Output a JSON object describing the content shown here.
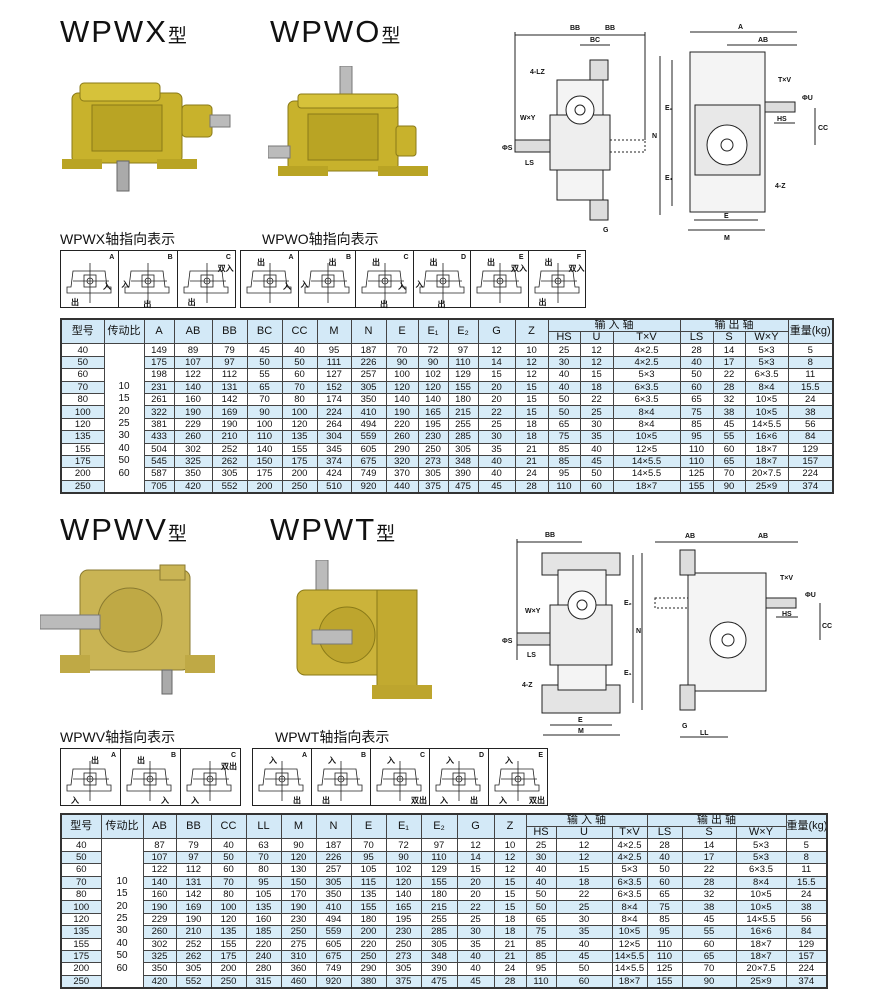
{
  "section1": {
    "titles": [
      {
        "model": "WPWX",
        "suffix": "型"
      },
      {
        "model": "WPWO",
        "suffix": "型"
      }
    ],
    "axis_groups": [
      {
        "title": "WPWX轴指向表示",
        "boxes": [
          {
            "letter": "A",
            "labels": [
              {
                "text": "入",
                "pos": "r"
              },
              {
                "text": "出",
                "pos": "bl"
              }
            ]
          },
          {
            "letter": "B",
            "labels": [
              {
                "text": "入",
                "pos": "l"
              },
              {
                "text": "出",
                "pos": "b"
              }
            ]
          },
          {
            "letter": "C",
            "labels": [
              {
                "text": "双入",
                "pos": "tr"
              },
              {
                "text": "出",
                "pos": "bl"
              }
            ]
          }
        ]
      },
      {
        "title": "WPWO轴指向表示",
        "boxes": [
          {
            "letter": "A",
            "labels": [
              {
                "text": "出",
                "pos": "tl"
              },
              {
                "text": "入",
                "pos": "r"
              }
            ]
          },
          {
            "letter": "B",
            "labels": [
              {
                "text": "出",
                "pos": "tm"
              },
              {
                "text": "入",
                "pos": "l"
              }
            ]
          },
          {
            "letter": "C",
            "labels": [
              {
                "text": "出",
                "pos": "tl"
              },
              {
                "text": "入",
                "pos": "r"
              },
              {
                "text": "出",
                "pos": "b"
              }
            ]
          },
          {
            "letter": "D",
            "labels": [
              {
                "text": "出",
                "pos": "tl"
              },
              {
                "text": "入",
                "pos": "l"
              },
              {
                "text": "出",
                "pos": "b"
              }
            ]
          },
          {
            "letter": "E",
            "labels": [
              {
                "text": "出",
                "pos": "tl"
              },
              {
                "text": "双入",
                "pos": "tr"
              }
            ]
          },
          {
            "letter": "F",
            "labels": [
              {
                "text": "出",
                "pos": "tl"
              },
              {
                "text": "双入",
                "pos": "tr"
              },
              {
                "text": "出",
                "pos": "bl"
              }
            ]
          }
        ]
      }
    ],
    "drawing_labels": {
      "bb1": "BB",
      "bb2": "BB",
      "bc": "BC",
      "lz": "4-LZ",
      "wy": "W×Y",
      "s": "ΦS",
      "ls": "LS",
      "g": "G",
      "a": "A",
      "ab": "AB",
      "tv": "T×V",
      "u": "ΦU",
      "hs": "HS",
      "cc": "CC",
      "n": "N",
      "e2": "E₂",
      "e1": "E₁",
      "z": "4-Z",
      "e": "E",
      "m": "M"
    },
    "table": {
      "head": {
        "model": "型号",
        "ratio": "传动比",
        "input": "输 入 轴",
        "output": "输 出 轴",
        "weight": "重量(kg)"
      },
      "dims": [
        "A",
        "AB",
        "BB",
        "BC",
        "CC",
        "M",
        "N",
        "E",
        "E₁",
        "E₂",
        "G",
        "Z"
      ],
      "input_cols": [
        "HS",
        "U",
        "T×V"
      ],
      "output_cols": [
        "LS",
        "S",
        "W×Y"
      ],
      "ratios": [
        "10",
        "15",
        "20",
        "25",
        "30",
        "40",
        "50",
        "60"
      ],
      "rows": [
        [
          "40",
          "149",
          "89",
          "79",
          "45",
          "40",
          "95",
          "187",
          "70",
          "72",
          "97",
          "12",
          "10",
          "25",
          "12",
          "4×2.5",
          "28",
          "14",
          "5×3",
          "5"
        ],
        [
          "50",
          "175",
          "107",
          "97",
          "50",
          "50",
          "111",
          "226",
          "90",
          "90",
          "110",
          "14",
          "12",
          "30",
          "12",
          "4×2.5",
          "40",
          "17",
          "5×3",
          "8"
        ],
        [
          "60",
          "198",
          "122",
          "112",
          "55",
          "60",
          "127",
          "257",
          "100",
          "102",
          "129",
          "15",
          "12",
          "40",
          "15",
          "5×3",
          "50",
          "22",
          "6×3.5",
          "11"
        ],
        [
          "70",
          "231",
          "140",
          "131",
          "65",
          "70",
          "152",
          "305",
          "120",
          "120",
          "155",
          "20",
          "15",
          "40",
          "18",
          "6×3.5",
          "60",
          "28",
          "8×4",
          "15.5"
        ],
        [
          "80",
          "261",
          "160",
          "142",
          "70",
          "80",
          "174",
          "350",
          "140",
          "140",
          "180",
          "20",
          "15",
          "50",
          "22",
          "6×3.5",
          "65",
          "32",
          "10×5",
          "24"
        ],
        [
          "100",
          "322",
          "190",
          "169",
          "90",
          "100",
          "224",
          "410",
          "190",
          "165",
          "215",
          "22",
          "15",
          "50",
          "25",
          "8×4",
          "75",
          "38",
          "10×5",
          "38"
        ],
        [
          "120",
          "381",
          "229",
          "190",
          "100",
          "120",
          "264",
          "494",
          "220",
          "195",
          "255",
          "25",
          "18",
          "65",
          "30",
          "8×4",
          "85",
          "45",
          "14×5.5",
          "56"
        ],
        [
          "135",
          "433",
          "260",
          "210",
          "110",
          "135",
          "304",
          "559",
          "260",
          "230",
          "285",
          "30",
          "18",
          "75",
          "35",
          "10×5",
          "95",
          "55",
          "16×6",
          "84"
        ],
        [
          "155",
          "504",
          "302",
          "252",
          "140",
          "155",
          "345",
          "605",
          "290",
          "250",
          "305",
          "35",
          "21",
          "85",
          "40",
          "12×5",
          "110",
          "60",
          "18×7",
          "129"
        ],
        [
          "175",
          "545",
          "325",
          "262",
          "150",
          "175",
          "374",
          "675",
          "320",
          "273",
          "348",
          "40",
          "21",
          "85",
          "45",
          "14×5.5",
          "110",
          "65",
          "18×7",
          "157"
        ],
        [
          "200",
          "587",
          "350",
          "305",
          "175",
          "200",
          "424",
          "749",
          "370",
          "305",
          "390",
          "40",
          "24",
          "95",
          "50",
          "14×5.5",
          "125",
          "70",
          "20×7.5",
          "224"
        ],
        [
          "250",
          "705",
          "420",
          "552",
          "200",
          "250",
          "510",
          "920",
          "440",
          "375",
          "475",
          "45",
          "28",
          "110",
          "60",
          "18×7",
          "155",
          "90",
          "25×9",
          "374"
        ]
      ]
    }
  },
  "section2": {
    "titles": [
      {
        "model": "WPWV",
        "suffix": "型"
      },
      {
        "model": "WPWT",
        "suffix": "型"
      }
    ],
    "axis_groups": [
      {
        "title": "WPWV轴指向表示",
        "boxes": [
          {
            "letter": "A",
            "labels": [
              {
                "text": "出",
                "pos": "tm"
              },
              {
                "text": "入",
                "pos": "bl"
              }
            ]
          },
          {
            "letter": "B",
            "labels": [
              {
                "text": "出",
                "pos": "tl"
              },
              {
                "text": "入",
                "pos": "br"
              }
            ]
          },
          {
            "letter": "C",
            "labels": [
              {
                "text": "双出",
                "pos": "tr"
              },
              {
                "text": "入",
                "pos": "bl"
              }
            ]
          }
        ]
      },
      {
        "title": "WPWT轴指向表示",
        "boxes": [
          {
            "letter": "A",
            "labels": [
              {
                "text": "入",
                "pos": "tl"
              },
              {
                "text": "出",
                "pos": "br"
              }
            ]
          },
          {
            "letter": "B",
            "labels": [
              {
                "text": "入",
                "pos": "tl"
              },
              {
                "text": "出",
                "pos": "bl"
              }
            ]
          },
          {
            "letter": "C",
            "labels": [
              {
                "text": "入",
                "pos": "tl"
              },
              {
                "text": "双出",
                "pos": "br"
              }
            ]
          },
          {
            "letter": "D",
            "labels": [
              {
                "text": "入",
                "pos": "tl"
              },
              {
                "text": "入",
                "pos": "bl"
              },
              {
                "text": "出",
                "pos": "br"
              }
            ]
          },
          {
            "letter": "E",
            "labels": [
              {
                "text": "入",
                "pos": "tl"
              },
              {
                "text": "入",
                "pos": "bl"
              },
              {
                "text": "双出",
                "pos": "br"
              }
            ]
          }
        ]
      }
    ],
    "drawing_labels": {
      "bb": "BB",
      "wy": "W×Y",
      "s": "ΦS",
      "ls": "LS",
      "z": "4-Z",
      "e": "E",
      "m": "M",
      "e2": "E₂",
      "e1": "E₁",
      "n": "N",
      "ab1": "AB",
      "ab2": "AB",
      "tv": "T×V",
      "u": "ΦU",
      "hs": "HS",
      "cc": "CC",
      "g": "G",
      "ll": "LL"
    },
    "table": {
      "head": {
        "model": "型号",
        "ratio": "传动比",
        "input": "输 入 轴",
        "output": "输 出 轴",
        "weight": "重量(kg)"
      },
      "dims": [
        "AB",
        "BB",
        "CC",
        "LL",
        "M",
        "N",
        "E",
        "E₁",
        "E₂",
        "G",
        "Z"
      ],
      "input_cols": [
        "HS",
        "U",
        "T×V"
      ],
      "output_cols": [
        "LS",
        "S",
        "W×Y"
      ],
      "ratios": [
        "10",
        "15",
        "20",
        "25",
        "30",
        "40",
        "50",
        "60"
      ],
      "rows": [
        [
          "40",
          "87",
          "79",
          "40",
          "63",
          "90",
          "187",
          "70",
          "72",
          "97",
          "12",
          "10",
          "25",
          "12",
          "4×2.5",
          "28",
          "14",
          "5×3",
          "5"
        ],
        [
          "50",
          "107",
          "97",
          "50",
          "70",
          "120",
          "226",
          "95",
          "90",
          "110",
          "14",
          "12",
          "30",
          "12",
          "4×2.5",
          "40",
          "17",
          "5×3",
          "8"
        ],
        [
          "60",
          "122",
          "112",
          "60",
          "80",
          "130",
          "257",
          "105",
          "102",
          "129",
          "15",
          "12",
          "40",
          "15",
          "5×3",
          "50",
          "22",
          "6×3.5",
          "11"
        ],
        [
          "70",
          "140",
          "131",
          "70",
          "95",
          "150",
          "305",
          "115",
          "120",
          "155",
          "20",
          "15",
          "40",
          "18",
          "6×3.5",
          "60",
          "28",
          "8×4",
          "15.5"
        ],
        [
          "80",
          "160",
          "142",
          "80",
          "105",
          "170",
          "350",
          "135",
          "140",
          "180",
          "20",
          "15",
          "50",
          "22",
          "6×3.5",
          "65",
          "32",
          "10×5",
          "24"
        ],
        [
          "100",
          "190",
          "169",
          "100",
          "135",
          "190",
          "410",
          "155",
          "165",
          "215",
          "22",
          "15",
          "50",
          "25",
          "8×4",
          "75",
          "38",
          "10×5",
          "38"
        ],
        [
          "120",
          "229",
          "190",
          "120",
          "160",
          "230",
          "494",
          "180",
          "195",
          "255",
          "25",
          "18",
          "65",
          "30",
          "8×4",
          "85",
          "45",
          "14×5.5",
          "56"
        ],
        [
          "135",
          "260",
          "210",
          "135",
          "185",
          "250",
          "559",
          "200",
          "230",
          "285",
          "30",
          "18",
          "75",
          "35",
          "10×5",
          "95",
          "55",
          "16×6",
          "84"
        ],
        [
          "155",
          "302",
          "252",
          "155",
          "220",
          "275",
          "605",
          "220",
          "250",
          "305",
          "35",
          "21",
          "85",
          "40",
          "12×5",
          "110",
          "60",
          "18×7",
          "129"
        ],
        [
          "175",
          "325",
          "262",
          "175",
          "240",
          "310",
          "675",
          "250",
          "273",
          "348",
          "40",
          "21",
          "85",
          "45",
          "14×5.5",
          "110",
          "65",
          "18×7",
          "157"
        ],
        [
          "200",
          "350",
          "305",
          "200",
          "280",
          "360",
          "749",
          "290",
          "305",
          "390",
          "40",
          "24",
          "95",
          "50",
          "14×5.5",
          "125",
          "70",
          "20×7.5",
          "224"
        ],
        [
          "250",
          "420",
          "552",
          "250",
          "315",
          "460",
          "920",
          "380",
          "375",
          "475",
          "45",
          "28",
          "110",
          "60",
          "18×7",
          "155",
          "90",
          "25×9",
          "374"
        ]
      ]
    }
  },
  "colors": {
    "row_alt": "#d7ecf8",
    "header": "#d3e9f7",
    "gearbox": "#c9b52e"
  }
}
